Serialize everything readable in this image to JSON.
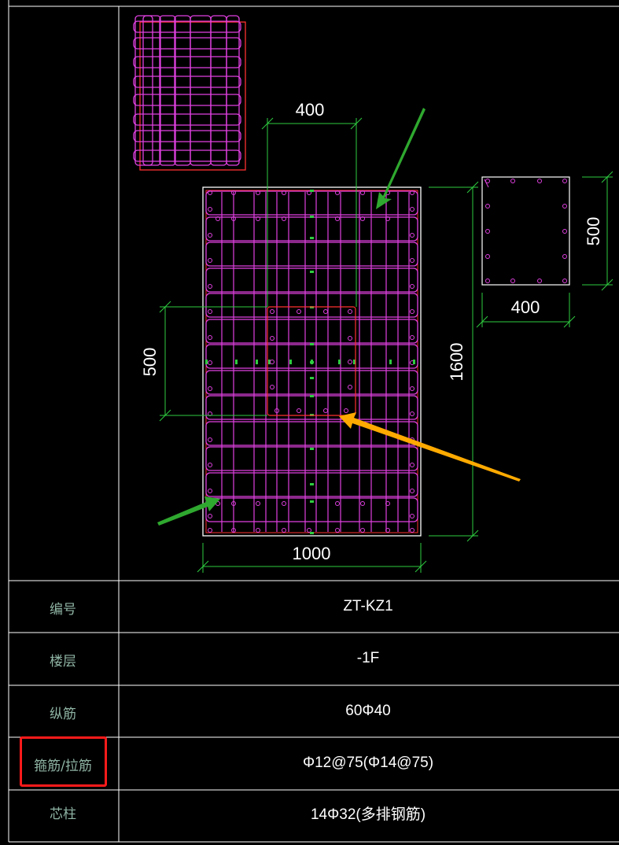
{
  "dimensions": {
    "core_width": "400",
    "core_height": "500",
    "total_width": "1000",
    "total_height": "1600",
    "section_height": "500",
    "section_width": "400"
  },
  "table": [
    {
      "label": "编号",
      "value": "ZT-KZ1"
    },
    {
      "label": "楼层",
      "value": "-1F"
    },
    {
      "label": "纵筋",
      "value": "60Φ40"
    },
    {
      "label": "箍筋/拉筋",
      "value": "Φ12@75(Φ14@75)"
    },
    {
      "label": "芯柱",
      "value": "14Φ32(多排钢筋)"
    }
  ],
  "colors": {
    "rebar": "#e040e0",
    "frame": "#ffffff",
    "dimension": "#2ecc40",
    "core_outline": "#ff2020",
    "arrow_green": "#2fa82f",
    "arrow_orange": "#ffaa00",
    "highlight": "#ff1a1a"
  }
}
